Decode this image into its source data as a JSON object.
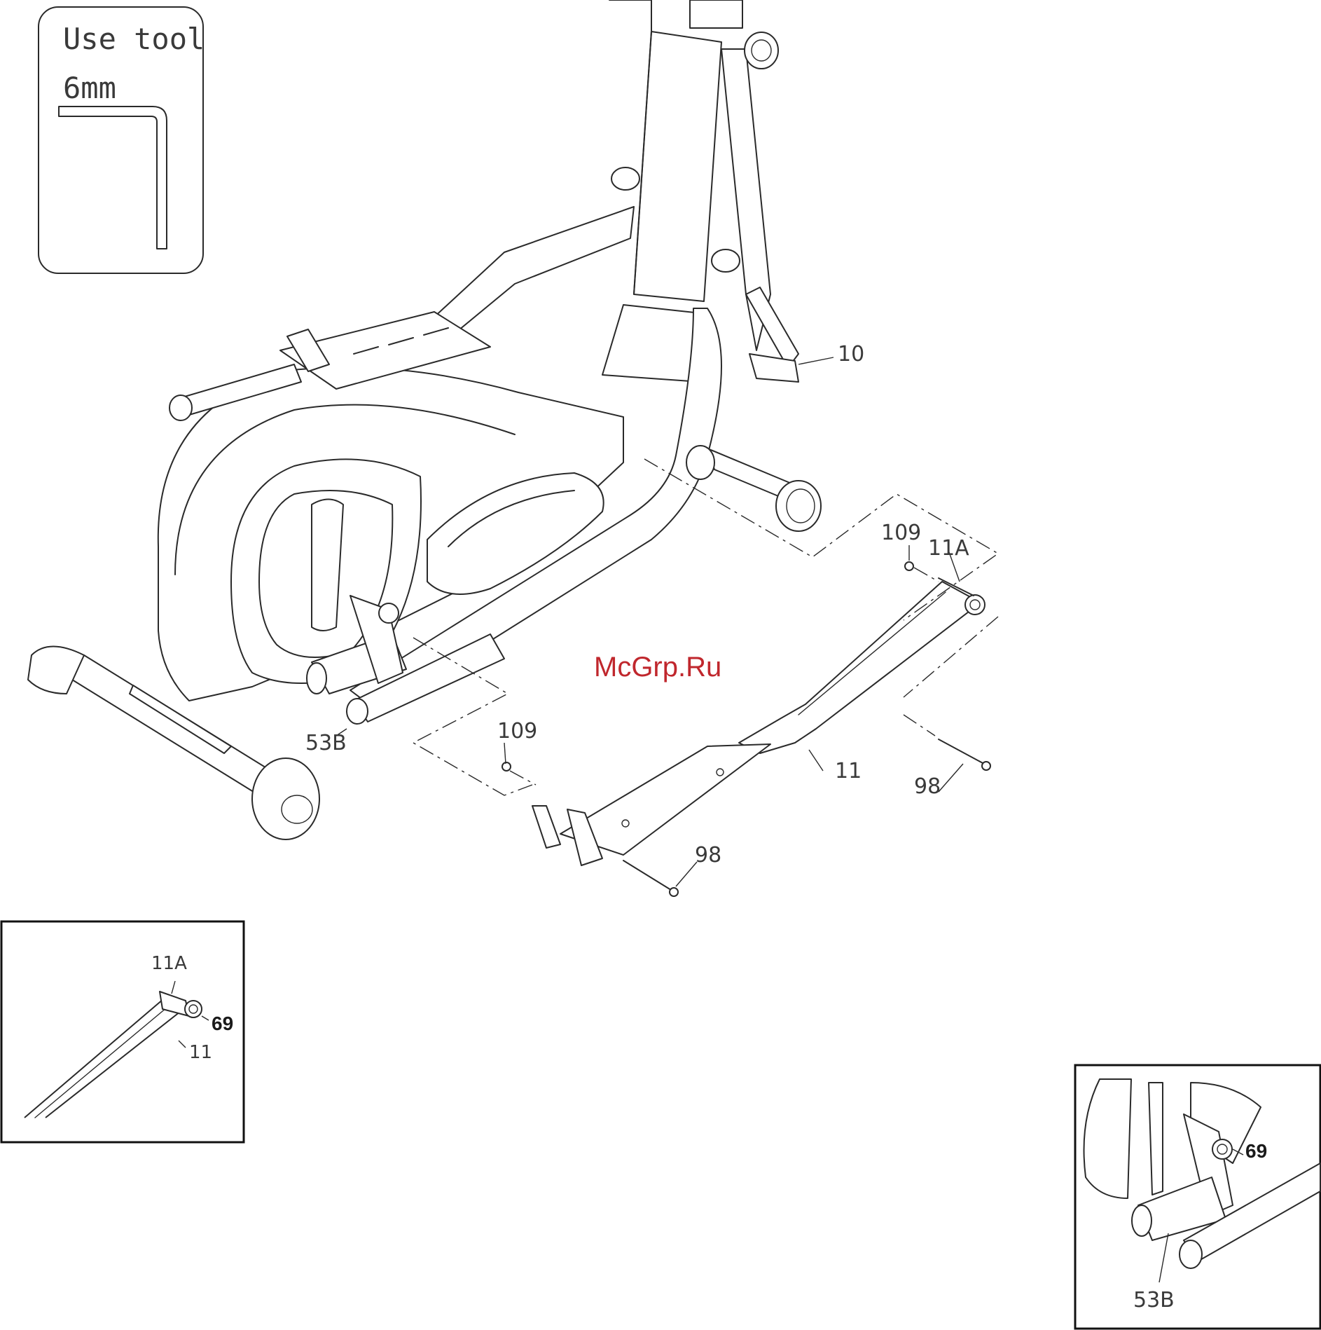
{
  "tool_box": {
    "line1": "Use tool",
    "line2": "6mm",
    "icon": "allen-key-icon"
  },
  "watermark": "McGrp.Ru",
  "callouts": {
    "c10": "10",
    "c109_right": "109",
    "c11A": "11A",
    "c53B": "53B",
    "c109_left": "109",
    "c11": "11",
    "c98_right": "98",
    "c98_bottom": "98"
  },
  "detail_left": {
    "c11A": "11A",
    "c69": "69",
    "c11": "11"
  },
  "detail_right": {
    "c69": "69",
    "c53B": "53B"
  },
  "colors": {
    "line": "#2a2a2a",
    "watermark": "#c0272d"
  }
}
